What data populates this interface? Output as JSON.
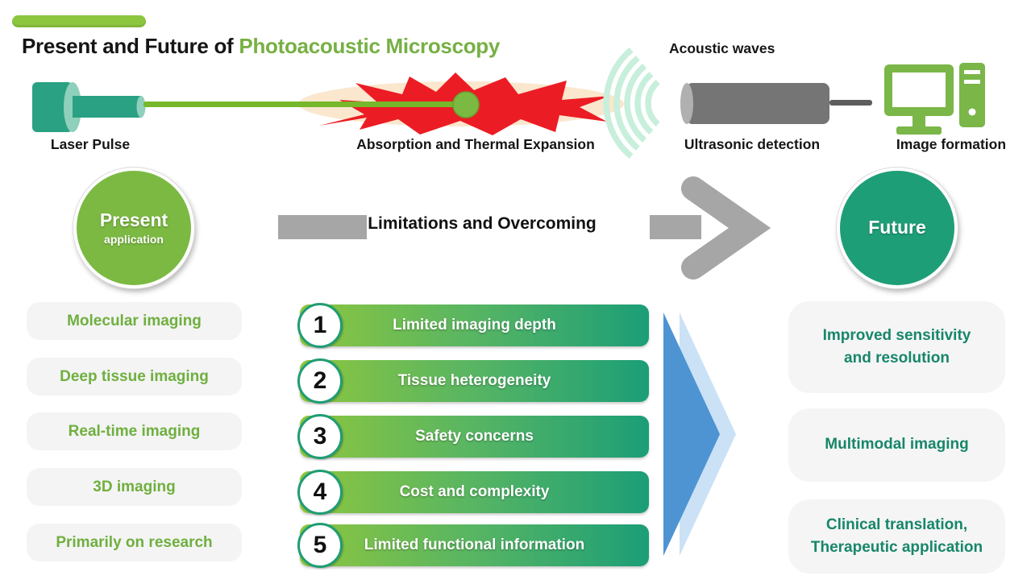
{
  "title": {
    "prefix": "Present and Future of",
    "highlight": "Photoacoustic Microscopy"
  },
  "pipeline": {
    "laser_pulse_label": "Laser Pulse",
    "absorption_label": "Absorption and Thermal Expansion",
    "acoustic_waves_label": "Acoustic waves",
    "ultrasonic_detection_label": "Ultrasonic detection",
    "image_formation_label": "Image formation"
  },
  "present": {
    "circle_title": "Present",
    "circle_subtitle": "application",
    "items": [
      {
        "label": "Molecular imaging"
      },
      {
        "label": "Deep tissue imaging"
      },
      {
        "label": "Real-time imaging"
      },
      {
        "label": "3D imaging"
      },
      {
        "label": "Primarily on research"
      }
    ]
  },
  "limitations": {
    "heading": "Limitations and Overcoming",
    "items": [
      {
        "number": "1",
        "label": "Limited imaging depth"
      },
      {
        "number": "2",
        "label": "Tissue heterogeneity"
      },
      {
        "number": "3",
        "label": "Safety concerns"
      },
      {
        "number": "4",
        "label": "Cost and complexity"
      },
      {
        "number": "5",
        "label": "Limited functional information"
      }
    ]
  },
  "future": {
    "circle_title": "Future",
    "items": [
      {
        "label": "Improved sensitivity\nand resolution"
      },
      {
        "label": "Multimodal imaging"
      },
      {
        "label": "Clinical translation,\nTherapeutic application"
      }
    ]
  },
  "colors": {
    "green": "#7AB648",
    "light_green": "#8DC63F",
    "title_green": "#76B043",
    "teal": "#1E9E77",
    "dark_teal_text": "#17866A",
    "laser_teal": "#2AA183",
    "beam_green": "#76B82A",
    "explosion_red": "#EC1C24",
    "cream": "#FAE7CE",
    "mint_wave": "#C7EFDC",
    "transducer_gray": "#757575",
    "arrow_gray": "#A6A6A6",
    "chevron_blue": "#4E94D3",
    "chevron_light_blue": "#CBE1F6",
    "pill_background": "#F4F4F4"
  }
}
